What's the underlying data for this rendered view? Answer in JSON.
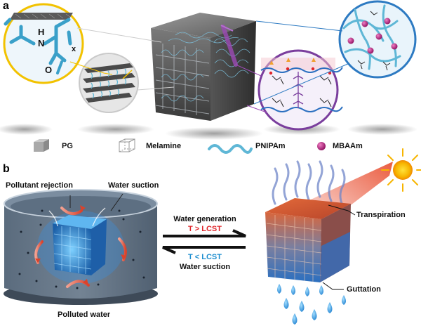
{
  "panels": {
    "a": "a",
    "b": "b"
  },
  "legend": {
    "items": [
      {
        "label": "PG",
        "icon": "solid-gray-cube-icon"
      },
      {
        "label": "Melamine",
        "icon": "wireframe-cube-icon"
      },
      {
        "label": "PNIPAm",
        "icon": "wavy-chain-icon"
      },
      {
        "label": "MBAAm",
        "icon": "magenta-sphere-icon"
      }
    ]
  },
  "molecule": {
    "atoms": [
      "H",
      "N",
      "O"
    ],
    "subscript": "x"
  },
  "panel_b": {
    "pollutant_rejection": "Pollutant rejection",
    "water_suction_top": "Water suction",
    "polluted_water": "Polluted water",
    "forward_label": "Water generation",
    "forward_condition": "T > LCST",
    "reverse_condition": "T < LCST",
    "reverse_label": "Water suction",
    "transpiration": "Transpiration",
    "guttation": "Guttation"
  },
  "colors": {
    "polymer_blue": "#5fb7d6",
    "crosslinker_magenta": "#b5157e",
    "hot_red": "#e0262b",
    "cold_blue": "#1f8fd0",
    "zoom_yellow": "#f2c200",
    "zoom_blue": "#2d7ac2",
    "zoom_purple": "#7a3e9d"
  }
}
